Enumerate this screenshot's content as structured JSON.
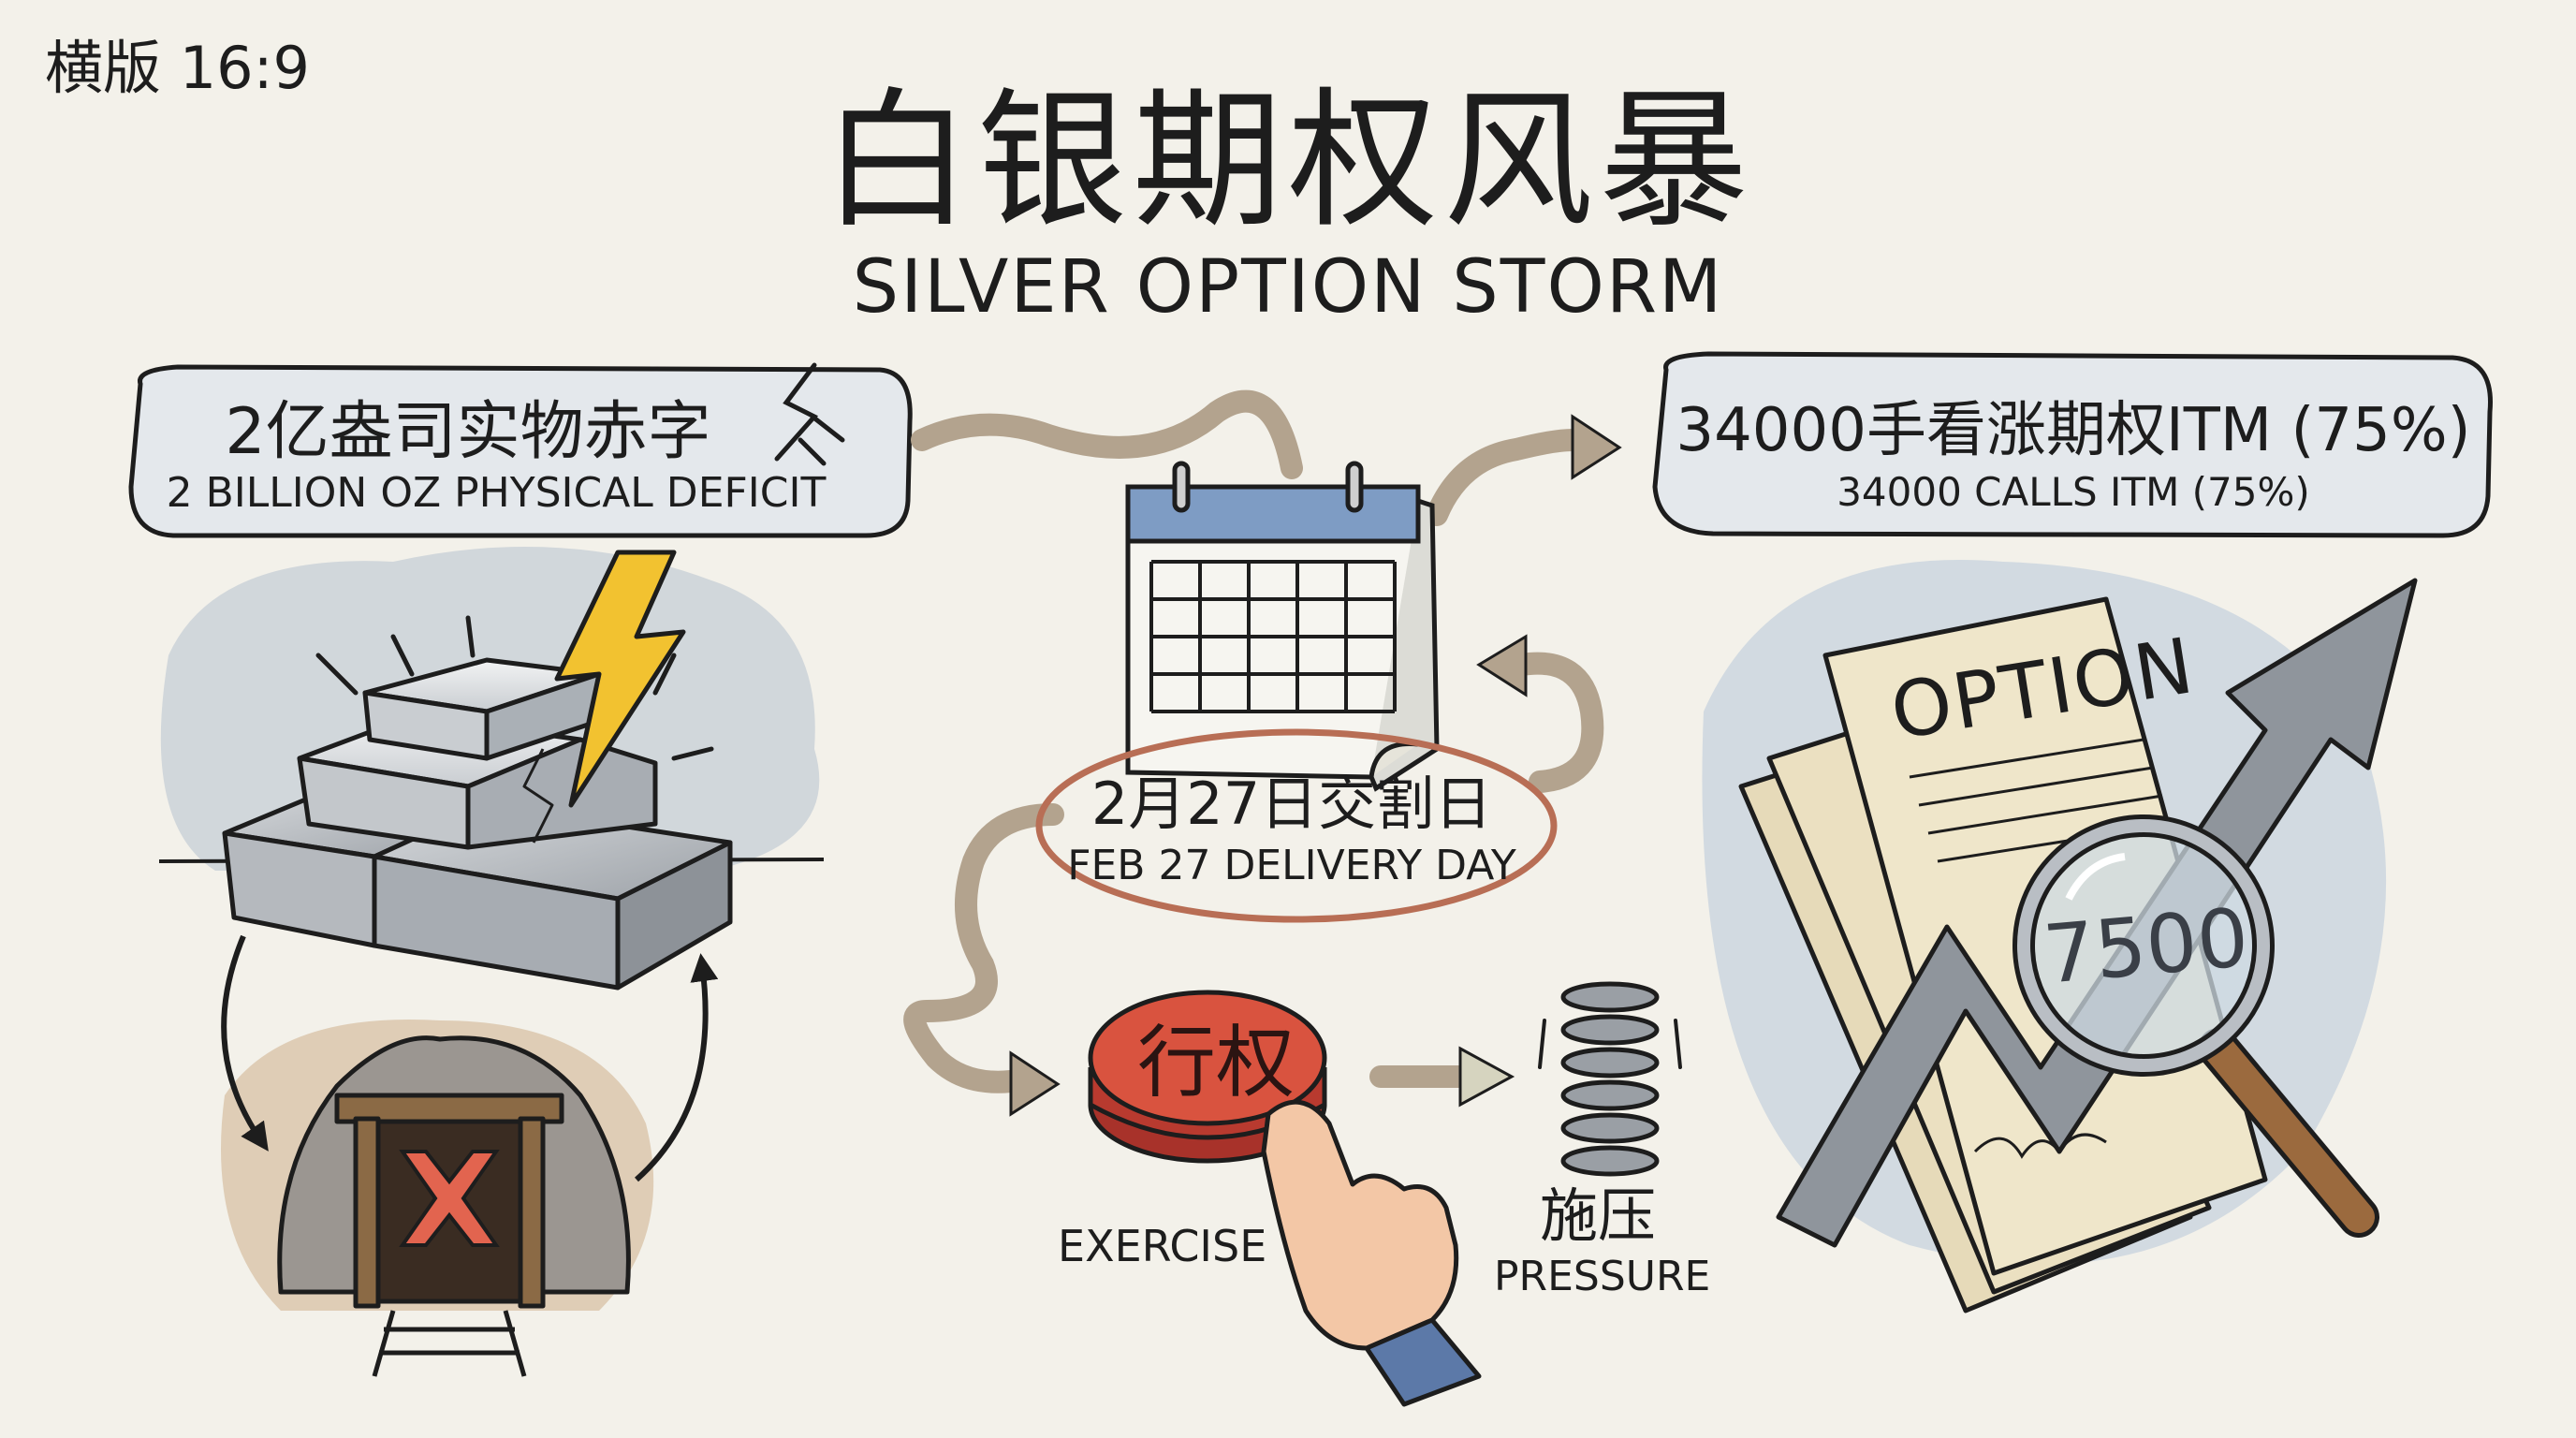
{
  "corner_label": "横版 16:9",
  "title": "白银期权风暴",
  "subtitle": "SILVER OPTION STORM",
  "deficit": {
    "zh": "2亿盎司实物赤字",
    "en": "2 BILLION OZ PHYSICAL DEFICIT"
  },
  "calls": {
    "zh": "34000手看涨期权ITM (75%)",
    "en": "34000 CALLS ITM (75%)"
  },
  "delivery": {
    "zh": "2月27日交割日",
    "en": "FEB 27 DELIVERY DAY"
  },
  "exercise": {
    "button": "行权",
    "en": "EXERCISE"
  },
  "pressure": {
    "zh": "施压",
    "en": "PRESSURE"
  },
  "option_doc": {
    "label": "OPTION",
    "number": "7500"
  },
  "colors": {
    "background": "#f3f1ea",
    "bubble_fill": "#e4e8ec",
    "ink": "#1d1d1d",
    "arrow_brown": "#b3a38e",
    "lightning": "#f2c230",
    "button_red": "#d9533f",
    "calendar_blue": "#7e9cc4",
    "paper": "#ede3c4",
    "trend_arrow": "#8f959c",
    "delivery_circle": "#b86e55"
  },
  "icons": [
    "lightning-icon",
    "silver-bars-icon",
    "mine-entrance-icon",
    "x-mark-icon",
    "calendar-icon",
    "exercise-button-icon",
    "pointing-hand-icon",
    "spring-icon",
    "option-document-icon",
    "magnifier-icon",
    "trend-up-arrow-icon",
    "crack-icon"
  ]
}
